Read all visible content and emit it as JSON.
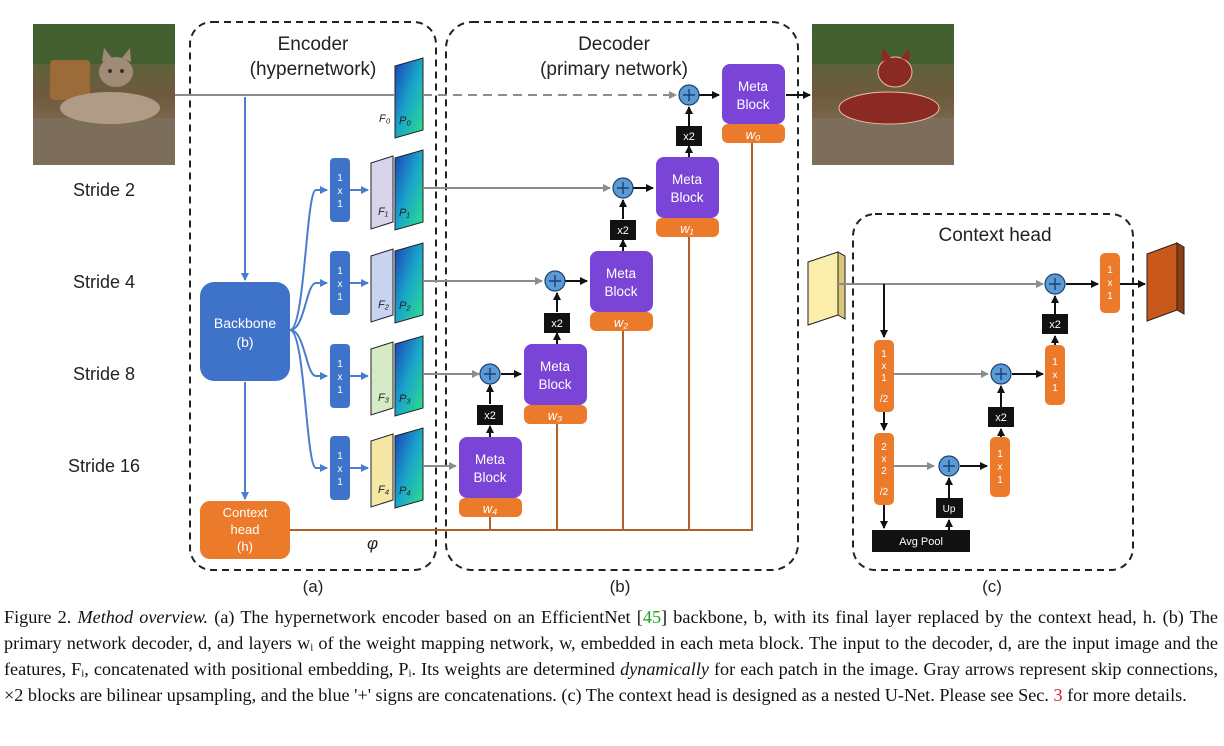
{
  "stride_labels": [
    "Stride 2",
    "Stride 4",
    "Stride 8",
    "Stride 16"
  ],
  "encoder": {
    "title_line1": "Encoder",
    "title_line2": "(hypernetwork)",
    "panel_label": "(a)"
  },
  "decoder": {
    "title_line1": "Decoder",
    "title_line2": "(primary network)",
    "panel_label": "(b)"
  },
  "context_panel": {
    "title": "Context head",
    "panel_label": "(c)"
  },
  "backbone": {
    "line1": "Backbone",
    "line2": "(b)"
  },
  "context_head": {
    "line1": "Context",
    "line2": "head",
    "line3": "(h)"
  },
  "phi": "φ",
  "conv1x1": [
    "1",
    "x",
    "1"
  ],
  "conv1x1_div2": [
    "1",
    "x",
    "1",
    "/2"
  ],
  "conv2x2_div2": [
    "2",
    "x",
    "2",
    "/2"
  ],
  "meta_block": {
    "line1": "Meta",
    "line2": "Block"
  },
  "weights": [
    "w₀",
    "w₁",
    "w₂",
    "w₃",
    "w₄"
  ],
  "x2_label": "x2",
  "up_label": "Up",
  "avg_pool_label": "Avg Pool",
  "features": [
    {
      "f": "F₀",
      "p": "P₀"
    },
    {
      "f": "F₁",
      "p": "P₁"
    },
    {
      "f": "F₂",
      "p": "P₂"
    },
    {
      "f": "F₃",
      "p": "P₃"
    },
    {
      "f": "F₄",
      "p": "P₄"
    }
  ],
  "colors": {
    "blue_box": "#3f73c9",
    "orange_box": "#ec7a2b",
    "purple_box": "#7a45d6",
    "black_box": "#111111",
    "plus_circle": "#5b9bd5",
    "gray_arrow": "#8c8c8c",
    "brown_line": "#b0602a",
    "blue_arrow": "#4a7cd0"
  },
  "caption": {
    "figure_label": "Figure 2.",
    "title": "Method overview.",
    "part1": " (a) The hypernetwork encoder based on an EfficientNet [",
    "ref_45": "45",
    "part2": "] backbone, b, with its final layer replaced by the context head, h. (b) The primary network decoder, d, and layers wᵢ of the weight mapping network, w, embedded in each meta block. The input to the decoder, d, are the input image and the features, Fᵢ, concatenated with positional embedding, Pᵢ. Its weights are determined ",
    "dynamically": "dynamically",
    "part3": " for each patch in the image. Gray arrows represent skip connections, ×2 blocks are bilinear upsampling, and the blue '+' signs are concatenations. (c) The context head is designed as a nested U-Net. Please see Sec. ",
    "ref_3": "3",
    "part4": " for more details."
  }
}
